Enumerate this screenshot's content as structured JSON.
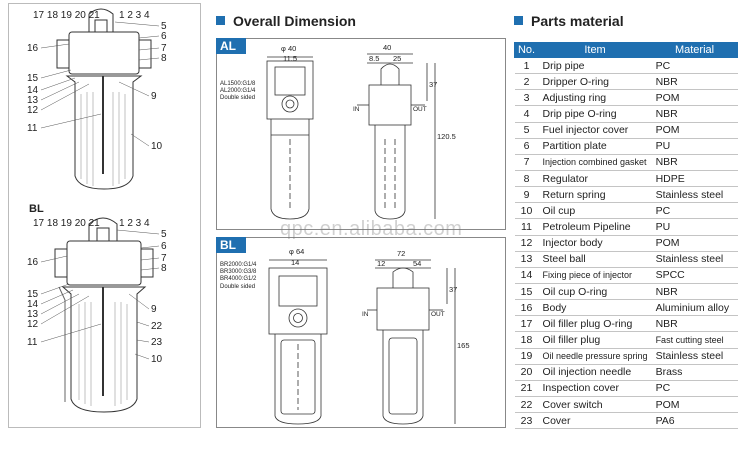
{
  "left_panel": {
    "al_callouts_top": "17 18 19 20 21",
    "al_callouts_top_right": "1 2 3 4",
    "al_callouts_right": [
      "5",
      "6",
      "7",
      "8",
      "9",
      "10"
    ],
    "al_callouts_left": [
      "16",
      "15",
      "14",
      "13",
      "12",
      "11"
    ],
    "bl_label": "BL",
    "bl_callouts_top": "17 18 19 20 21",
    "bl_callouts_top_right": "1 2 3 4",
    "bl_callouts_right": [
      "5",
      "6",
      "7",
      "8",
      "9",
      "22",
      "23",
      "10"
    ],
    "bl_callouts_left": [
      "16",
      "15",
      "14",
      "13",
      "12",
      "11"
    ]
  },
  "overall_dimension": {
    "heading": "Overall Dimension",
    "al": {
      "tab": "AL",
      "phi": "φ 40",
      "d1": "11.5",
      "ports_line1": "AL1500:G1/8",
      "ports_line2": "AL2000:G1/4",
      "ports_line3": "Double sided",
      "width_top": "40",
      "w1": "8.5",
      "w2": "25",
      "h1": "37",
      "h2": "120.5",
      "in": "IN",
      "out": "OUT"
    },
    "bl": {
      "tab": "BL",
      "phi": "φ 64",
      "d1": "14",
      "ports_line1": "BR2000:G1/4",
      "ports_line2": "BR3000:G3/8",
      "ports_line3": "BR4000:G1/2",
      "ports_line4": "Double sided",
      "width_top": "72",
      "w1": "12",
      "w2": "54",
      "h1": "37",
      "h2": "165",
      "in": "IN",
      "out": "OUT"
    }
  },
  "parts_material": {
    "heading": "Parts material",
    "columns": [
      "No.",
      "Item",
      "Material"
    ],
    "rows": [
      [
        "1",
        "Drip pipe",
        "PC"
      ],
      [
        "2",
        "Dripper O-ring",
        "NBR"
      ],
      [
        "3",
        "Adjusting ring",
        "POM"
      ],
      [
        "4",
        "Drip pipe O-ring",
        "NBR"
      ],
      [
        "5",
        "Fuel injector cover",
        "POM"
      ],
      [
        "6",
        "Partition plate",
        "PU"
      ],
      [
        "7",
        "Injection combined gasket",
        "NBR"
      ],
      [
        "8",
        "Regulator",
        "HDPE"
      ],
      [
        "9",
        "Return spring",
        "Stainless steel"
      ],
      [
        "10",
        "Oil cup",
        "PC"
      ],
      [
        "11",
        "Petroleum Pipeline",
        "PU"
      ],
      [
        "12",
        "Injector body",
        "POM"
      ],
      [
        "13",
        "Steel ball",
        "Stainless steel"
      ],
      [
        "14",
        "Fixing piece of injector",
        "SPCC"
      ],
      [
        "15",
        "Oil cup O-ring",
        "NBR"
      ],
      [
        "16",
        "Body",
        "Aluminium alloy"
      ],
      [
        "17",
        "Oil filler plug O-ring",
        "NBR"
      ],
      [
        "18",
        "Oil filler plug",
        "Fast cutting steel"
      ],
      [
        "19",
        "Oil needle pressure spring",
        "Stainless steel"
      ],
      [
        "20",
        "Oil injection needle",
        "Brass"
      ],
      [
        "21",
        "Inspection cover",
        "PC"
      ],
      [
        "22",
        "Cover switch",
        "POM"
      ],
      [
        "23",
        "Cover",
        "PA6"
      ]
    ]
  },
  "watermark": "qpc.en.alibaba.com"
}
